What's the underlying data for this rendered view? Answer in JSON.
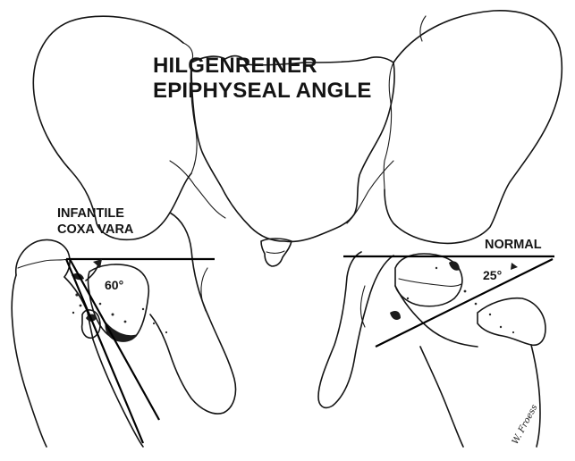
{
  "title": {
    "line1": "HILGENREINER",
    "line2": "EPIPHYSEAL ANGLE"
  },
  "left_label": {
    "line1": "INFANTILE",
    "line2": "COXA VARA"
  },
  "right_label": "NORMAL",
  "left_angle": "60°",
  "right_angle": "25°",
  "signature_text": "W. Froess"
}
